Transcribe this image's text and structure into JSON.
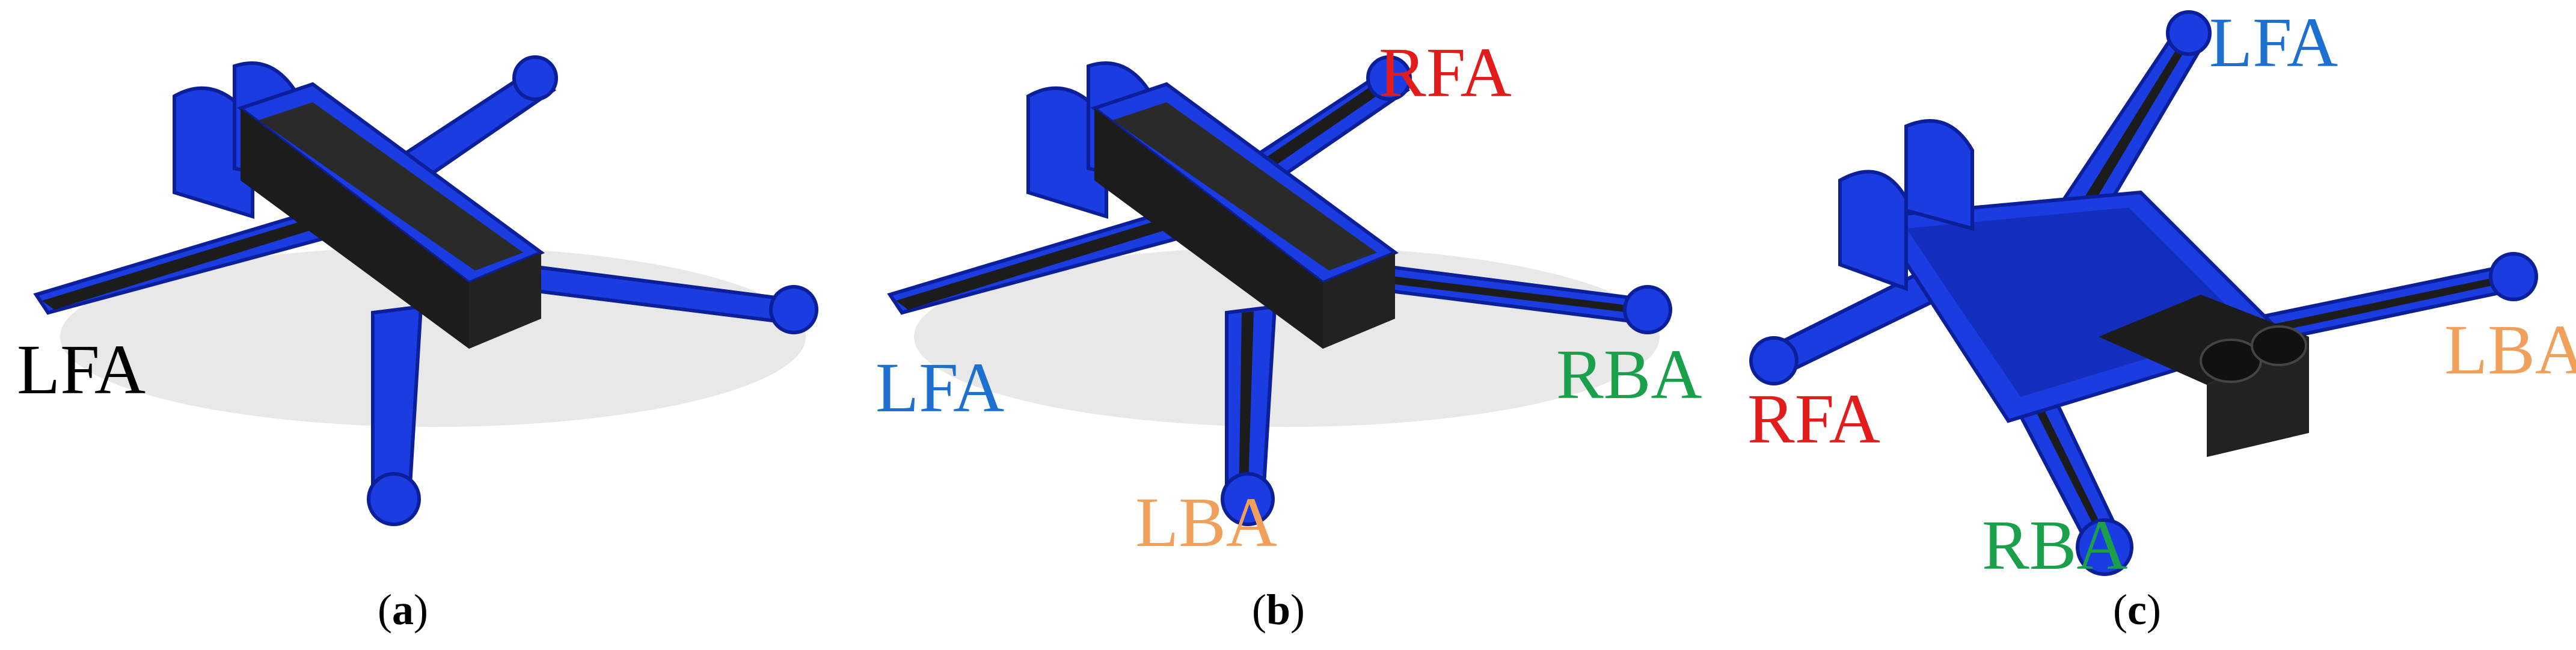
{
  "colors": {
    "blue_frame": "#1a3ce0",
    "blue_dark": "#0b1f9a",
    "black_frame": "#1c1c1c",
    "label_blue": "#1d6fd0",
    "label_red": "#e21b1b",
    "label_green": "#1aa04a",
    "label_orange": "#f0a05a",
    "label_black": "#000000"
  },
  "panels": [
    {
      "caption": {
        "open": "(",
        "letter": "a",
        "close": ")"
      },
      "labels": {
        "lfa": "LFA"
      }
    },
    {
      "caption": {
        "open": "(",
        "letter": "b",
        "close": ")"
      },
      "labels": {
        "rfa": "RFA",
        "lfa": "LFA",
        "rba": "RBA",
        "lba": "LBA"
      }
    },
    {
      "caption": {
        "open": "(",
        "letter": "c",
        "close": ")"
      },
      "labels": {
        "lfa": "LFA",
        "lba": "LBA",
        "rfa": "RFA",
        "rba": "RBA"
      }
    }
  ]
}
